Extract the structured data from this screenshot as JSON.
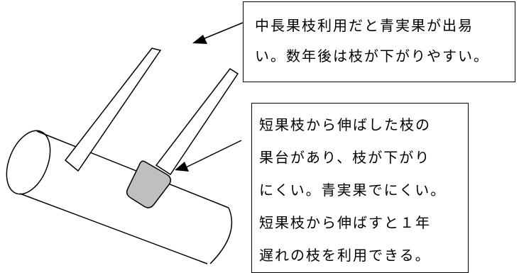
{
  "callouts": {
    "upper": {
      "lines": [
        "中長果枝利用だと青実果が出易",
        "い。数年後は枝が下がりやすい。"
      ]
    },
    "lower": {
      "lines": [
        "短果枝から伸ばした枝の",
        "果台があり、枝が下がり",
        "にくい。青実果でにくい。",
        "短果枝から伸ばすと１年",
        "遅れの枝を利用できる。"
      ]
    }
  },
  "colors": {
    "line": "#000000",
    "fruit_base_fill": "#bfbfbf",
    "background": "#ffffff"
  }
}
